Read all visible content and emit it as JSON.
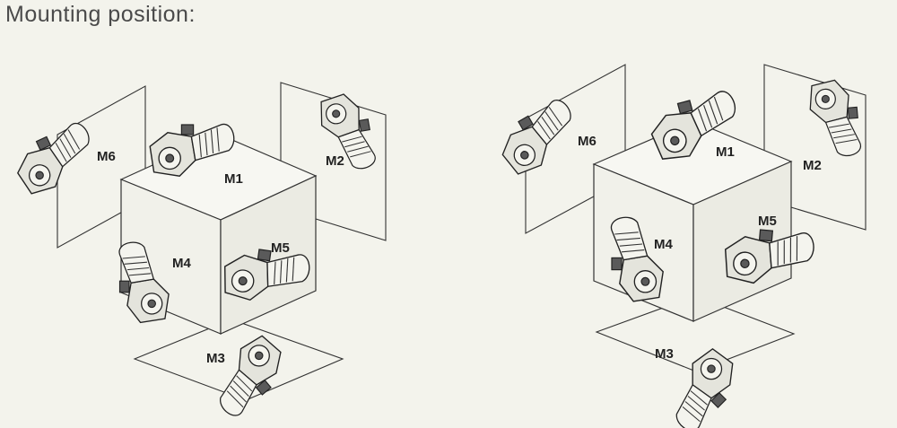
{
  "title": "Mounting position:",
  "diagrams": [
    {
      "id": "left",
      "positions": [
        "M1",
        "M2",
        "M3",
        "M4",
        "M5",
        "M6"
      ]
    },
    {
      "id": "right",
      "positions": [
        "M1",
        "M2",
        "M3",
        "M4",
        "M5",
        "M6"
      ]
    }
  ]
}
